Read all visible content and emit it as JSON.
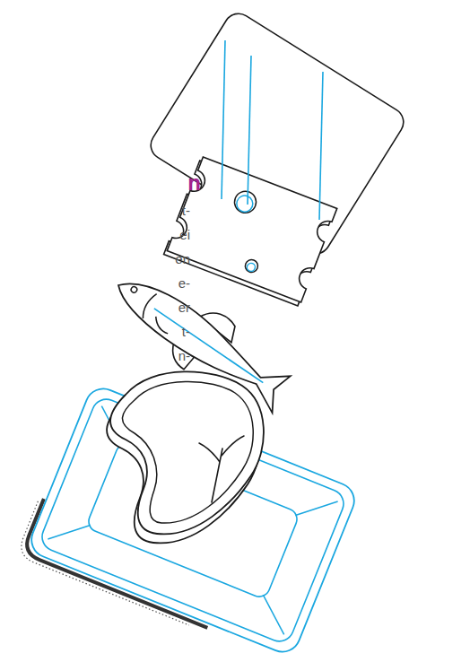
{
  "diagram": {
    "labels": [
      "n",
      "t-",
      "ei",
      "en",
      "e-",
      "er",
      "t-",
      "n-"
    ]
  }
}
